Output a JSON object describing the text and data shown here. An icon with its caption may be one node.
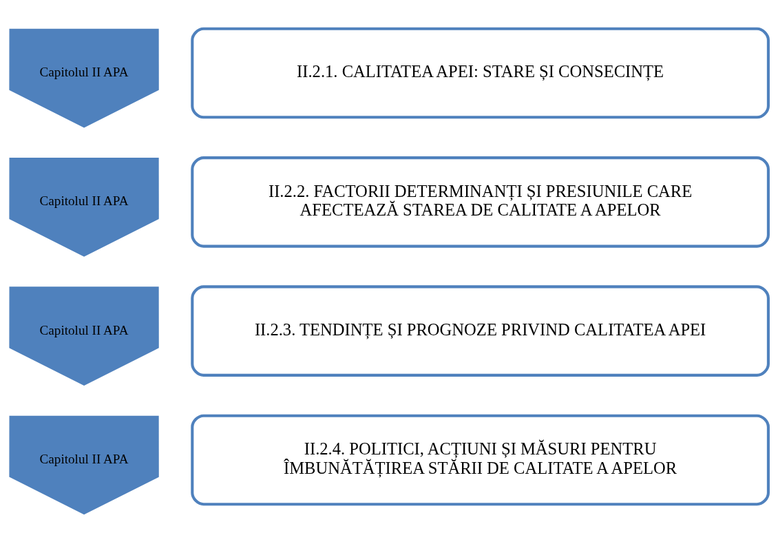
{
  "diagram": {
    "nodes": [
      {
        "text": [
          "Capitolul II APA"
        ]
      },
      {
        "text": [
          "II.2.1. CALITATEA APEI: STARE ȘI CONSECINȚE"
        ]
      },
      {
        "text": [
          "Capitolul II APA"
        ]
      },
      {
        "text": [
          "II.2.2. FACTORII DETERMINANȚI ȘI PRESIUNILE CARE AFECTEAZĂ STAREA DE CALITATE A APELOR"
        ]
      },
      {
        "text": [
          "Capitolul II APA"
        ]
      },
      {
        "text": [
          "II.2.3. TENDINȚE ȘI PROGNOZE PRIVIND CALITATEA APEI"
        ]
      },
      {
        "text": [
          "Capitolul II APA"
        ]
      },
      {
        "text": [
          "II.2.4. POLITICI, ACȚIUNI ȘI MĂSURI PENTRU ÎMBUNĂTĂȚIREA STĂRII DE CALITATE A APELOR"
        ]
      }
    ]
  }
}
